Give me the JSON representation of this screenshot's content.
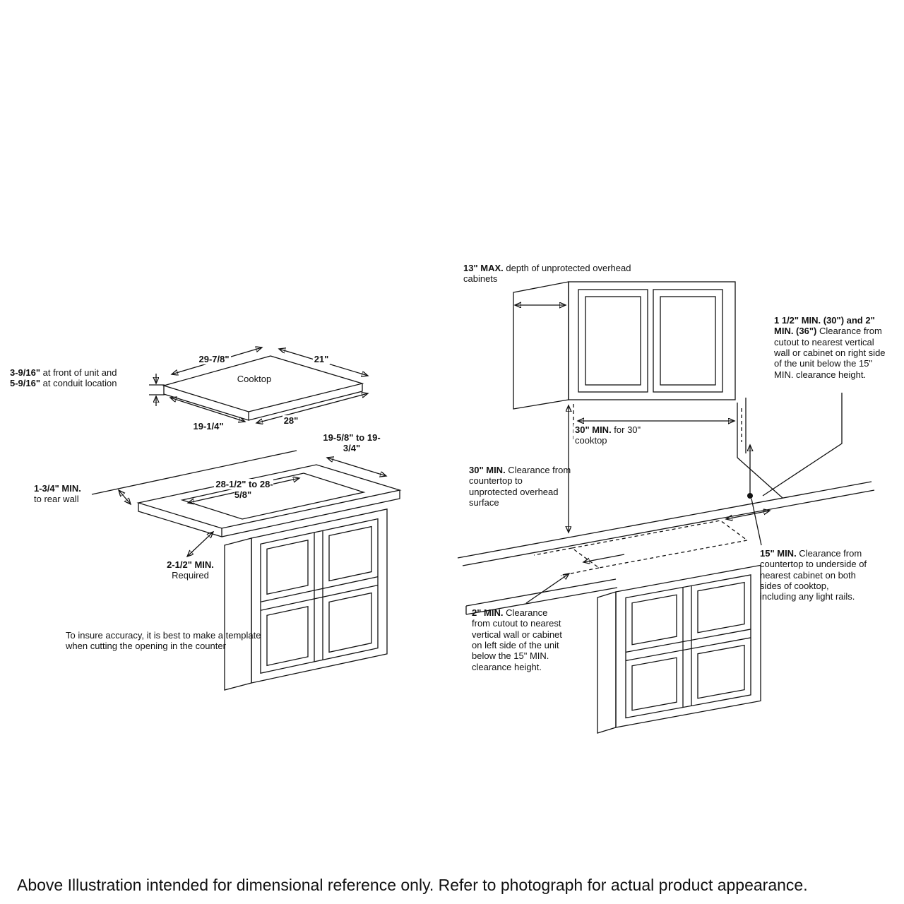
{
  "caption": "Above Illustration intended for dimensional reference only. Refer to photograph for actual product appearance.",
  "cooktop_view": {
    "name": "Cooktop",
    "width_top": "29-7/8\"",
    "depth_top": "21\"",
    "front_height": "3-9/16\"",
    "front_height_text": " at front of unit and",
    "conduit_height": "5-9/16\"",
    "conduit_height_text": " at conduit location",
    "depth_bottom": "19-1/4\"",
    "width_bottom": "28\""
  },
  "counter_view": {
    "cutout_depth": "19-5/8\" to 19-3/4\"",
    "rear_min": "1-3/4\" MIN.",
    "rear_min_text": "to rear wall",
    "cutout_width": "28-1/2\" to 28-5/8\"",
    "front_min": "2-1/2\" MIN.",
    "front_min_text": "Required",
    "note": "To insure accuracy, it is best to make a template when cutting the opening in the counter"
  },
  "install_view": {
    "overhead_depth": "13\" MAX.",
    "overhead_depth_text": " depth of unprotected overhead cabinets",
    "right_clearance": "1 1/2\" MIN. (30\") and 2\" MIN. (36\")",
    "right_clearance_text": " Clearance from cutout to nearest vertical wall or cabinet on right side of the unit below the 15\" MIN. clearance height.",
    "width_min": "30\" MIN.",
    "width_min_text": " for 30\" cooktop",
    "overhead_clearance": "30\" MIN.",
    "overhead_clearance_text": " Clearance from countertop to unprotected overhead surface",
    "side_height": "15\" MIN.",
    "side_height_text": " Clearance from countertop to underside of nearest cabinet on both sides of cooktop, including any light rails.",
    "left_clearance": "2\" MIN.",
    "left_clearance_text": " Clearance from cutout to nearest vertical wall or cabinet on left side of the unit below the 15\" MIN. clearance height."
  }
}
